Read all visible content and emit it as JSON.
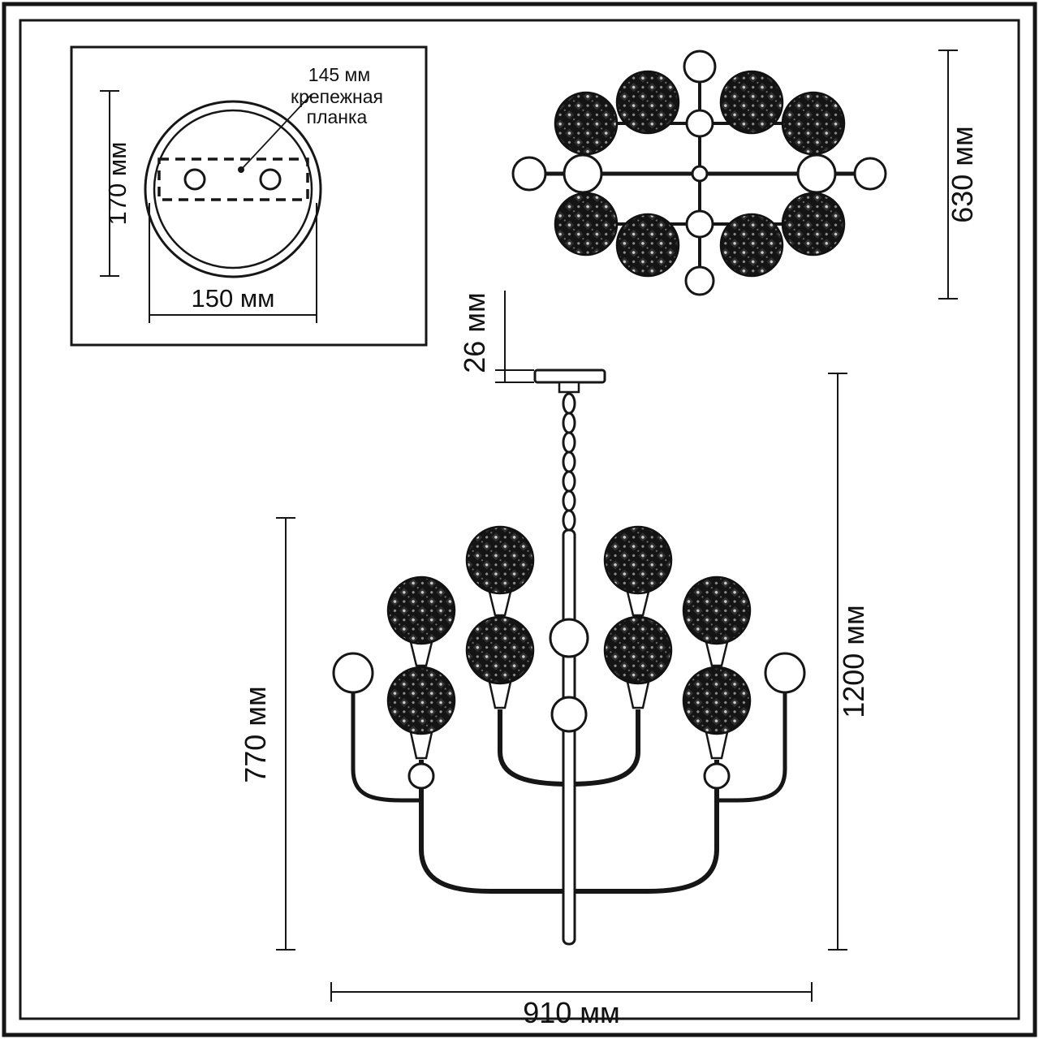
{
  "detail_view": {
    "note_size": "145 мм",
    "note_line2": "крепежная",
    "note_line3": "планка",
    "dim_height": "170 мм",
    "dim_width": "150 мм"
  },
  "top_view": {
    "dim_size": "630 мм"
  },
  "side_view": {
    "dim_canopy": "26 мм",
    "dim_body": "770 мм",
    "dim_total": "1200 мм",
    "dim_span": "910 мм"
  },
  "colors": {
    "line": "#161616",
    "ball_fill": "#141414",
    "background": "#ffffff"
  }
}
